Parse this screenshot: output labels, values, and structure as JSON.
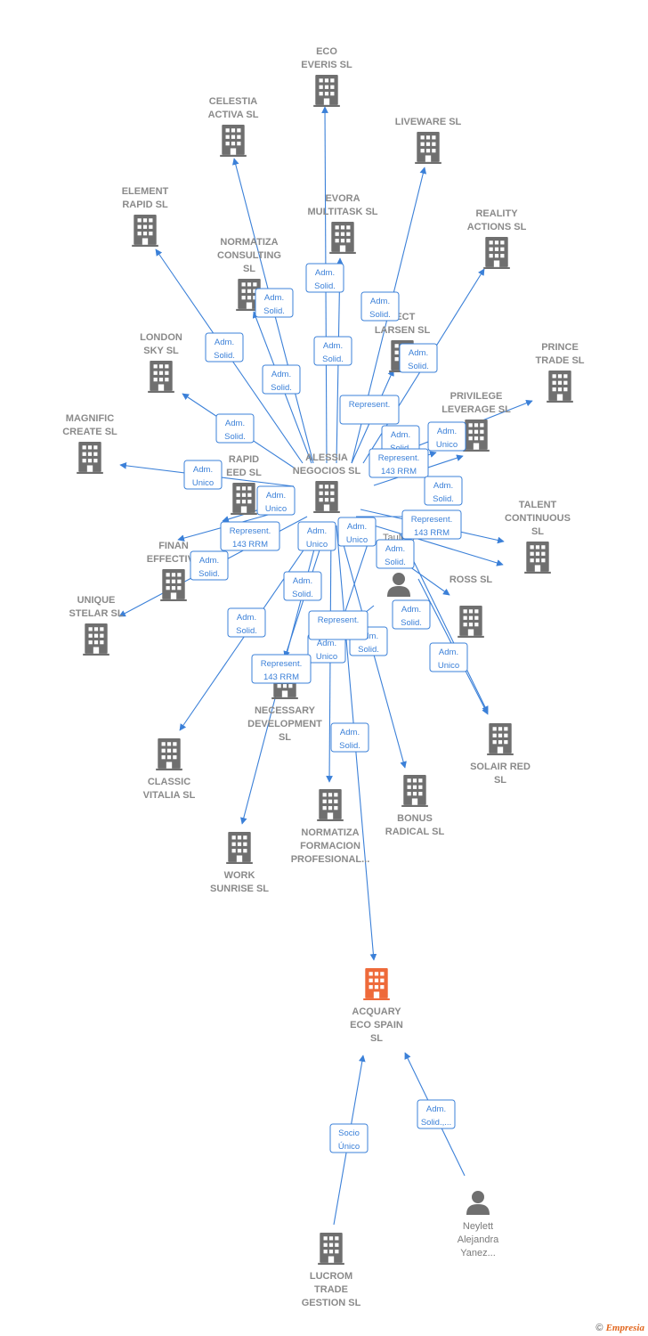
{
  "colors": {
    "edge": "#3b80d8",
    "building": "#6f6f6f",
    "highlight": "#ee6a3a",
    "person": "#6f6f6f"
  },
  "nodes": [
    {
      "id": "eco_everis",
      "type": "company",
      "label": [
        "ECO",
        "EVERIS  SL"
      ]
    },
    {
      "id": "celestia",
      "type": "company",
      "label": [
        "CELESTIA",
        "ACTIVA  SL"
      ]
    },
    {
      "id": "liveware",
      "type": "company",
      "label": [
        "LIVEWARE  SL"
      ]
    },
    {
      "id": "element",
      "type": "company",
      "label": [
        "ELEMENT",
        "RAPID  SL"
      ]
    },
    {
      "id": "evora",
      "type": "company",
      "label": [
        "EVORA",
        "MULTITASK  SL"
      ]
    },
    {
      "id": "reality",
      "type": "company",
      "label": [
        "REALITY",
        "ACTIONS  SL"
      ]
    },
    {
      "id": "normatiza_c",
      "type": "company",
      "label": [
        "NORMATIZA",
        "CONSULTING",
        "SL"
      ]
    },
    {
      "id": "perfect",
      "type": "company",
      "label": [
        "FECT",
        "LARSEN  SL"
      ]
    },
    {
      "id": "prince",
      "type": "company",
      "label": [
        "PRINCE",
        "TRADE  SL"
      ]
    },
    {
      "id": "london",
      "type": "company",
      "label": [
        "LONDON",
        "SKY  SL"
      ]
    },
    {
      "id": "privilege",
      "type": "company",
      "label": [
        "PRIVILEGE",
        "LEVERAGE  SL"
      ]
    },
    {
      "id": "magnific",
      "type": "company",
      "label": [
        "MAGNIFIC",
        "CREATE  SL"
      ]
    },
    {
      "id": "alessia",
      "type": "company",
      "label": [
        "ALESSIA",
        "NEGOCIOS  SL"
      ]
    },
    {
      "id": "rapid",
      "type": "company",
      "label": [
        "RAPID",
        "EED  SL"
      ]
    },
    {
      "id": "talent",
      "type": "company",
      "label": [
        "TALENT",
        "CONTINUOUS",
        "SL"
      ]
    },
    {
      "id": "taulero",
      "type": "person",
      "label": [
        "Taulero",
        "z"
      ]
    },
    {
      "id": "finan",
      "type": "company",
      "label": [
        "FINAN",
        "EFFECTIVE"
      ]
    },
    {
      "id": "ross",
      "type": "company",
      "label": [
        "ROSS  SL"
      ]
    },
    {
      "id": "unique",
      "type": "company",
      "label": [
        "UNIQUE",
        "STELAR  SL"
      ]
    },
    {
      "id": "necessary",
      "type": "company",
      "label": [
        "NECESSARY",
        "DEVELOPMENT",
        "SL"
      ]
    },
    {
      "id": "solair",
      "type": "company",
      "label": [
        "SOLAIR RED",
        "SL"
      ]
    },
    {
      "id": "classic",
      "type": "company",
      "label": [
        "CLASSIC",
        "VITALIA  SL"
      ]
    },
    {
      "id": "bonus",
      "type": "company",
      "label": [
        "BONUS",
        "RADICAL  SL"
      ]
    },
    {
      "id": "normatiza_f",
      "type": "company",
      "label": [
        "NORMATIZA",
        "FORMACION",
        "PROFESIONAL..."
      ]
    },
    {
      "id": "work",
      "type": "company",
      "label": [
        "WORK",
        "SUNRISE  SL"
      ]
    },
    {
      "id": "acquary",
      "type": "company",
      "highlight": true,
      "label": [
        "ACQUARY",
        "ECO  SPAIN",
        "SL"
      ]
    },
    {
      "id": "lucrom",
      "type": "company",
      "label": [
        "LUCROM",
        "TRADE",
        "GESTION  SL"
      ]
    },
    {
      "id": "neylett",
      "type": "person",
      "label": [
        "Neylett",
        "Alejandra",
        "Yanez..."
      ]
    }
  ],
  "edge_labels": [
    [
      "Adm.",
      "Solid."
    ],
    [
      "Adm.",
      "Solid."
    ],
    [
      "Adm.",
      "Solid."
    ],
    [
      "Adm.",
      "Solid."
    ],
    [
      "Adm.",
      "Solid."
    ],
    [
      "Adm.",
      "Solid."
    ],
    [
      "Adm.",
      "Solid."
    ],
    [
      "Adm.",
      "Solid."
    ],
    [
      "Adm.",
      "Solid."
    ],
    [
      "Adm.",
      "Unico"
    ],
    [
      "Represent.",
      ""
    ],
    [
      "Adm.",
      "Solid."
    ],
    [
      "Adm.",
      "Unico"
    ],
    [
      "Represent.",
      "143 RRM"
    ],
    [
      "Adm.",
      "Unico"
    ],
    [
      "Adm.",
      "Solid."
    ],
    [
      "Adm.",
      "Unico"
    ],
    [
      "Represent.",
      "143 RRM"
    ],
    [
      "Adm.",
      "Solid."
    ],
    [
      "Adm.",
      "Unico"
    ],
    [
      "Represent.",
      "143 RRM"
    ],
    [
      "Adm.",
      "Solid."
    ],
    [
      "Adm.",
      "Solid."
    ],
    [
      "Represent.",
      ""
    ],
    [
      "Adm.",
      "Solid."
    ],
    [
      "Adm.",
      "Solid."
    ],
    [
      "Adm.",
      "Unico"
    ],
    [
      "Represent.",
      "143 RRM"
    ],
    [
      "Adm.",
      "Solid."
    ],
    [
      "Adm.",
      "Unico"
    ],
    [
      "Adm.",
      "Solid."
    ],
    [
      "Adm.",
      "Solid."
    ],
    [
      "Socio",
      "Único"
    ],
    [
      "Adm.",
      "Solid.,..."
    ]
  ],
  "footer": {
    "copyright": "©",
    "brand": "Empresia"
  }
}
